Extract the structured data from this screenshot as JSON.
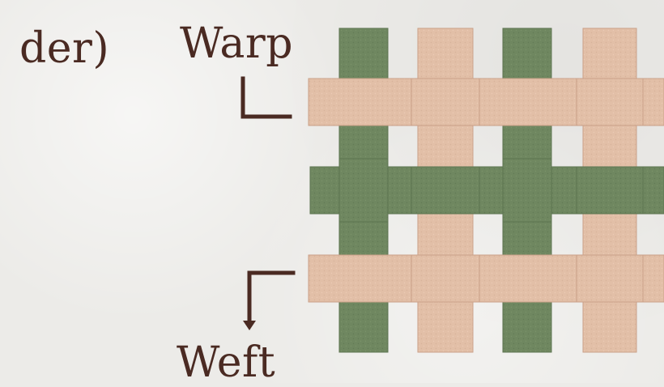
{
  "labels": {
    "partial_word": "der)",
    "warp": "Warp",
    "weft": "Weft"
  },
  "colors": {
    "green_thread": "#6f8760",
    "green_thread_dark": "#5d7451",
    "tan_thread": "#e2bfa7",
    "tan_thread_dark": "#caa088",
    "text": "#4a2a22",
    "background": "#ecebe8"
  }
}
